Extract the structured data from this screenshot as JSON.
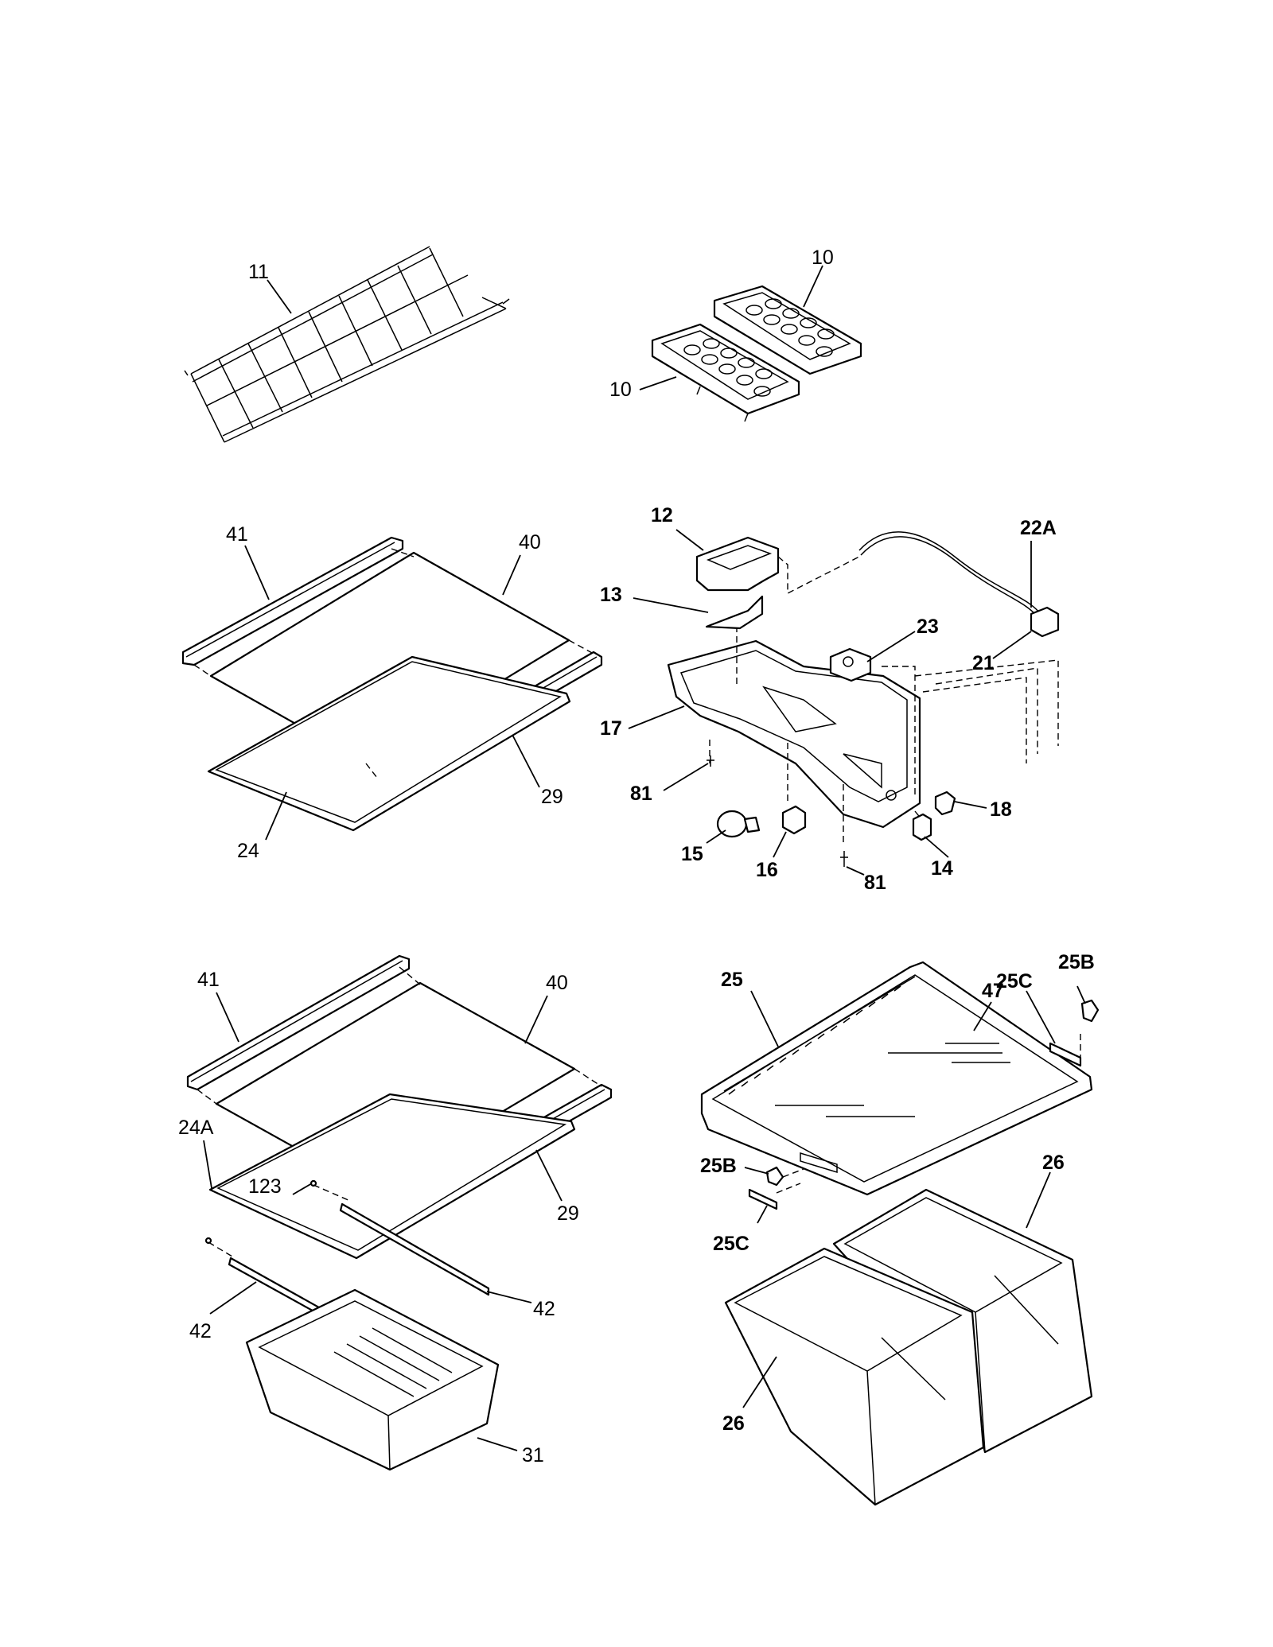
{
  "diagram": {
    "callouts": {
      "shelf_wire_rack": "11",
      "ice_tray_top": "10",
      "ice_tray_bottom": "10",
      "upper_shelf_trim_front": "41",
      "upper_shelf_glass": "40",
      "upper_shelf_trim_rear": "29",
      "upper_shelf_frame": "24",
      "light_shield": "12",
      "damper": "13",
      "control_housing": "17",
      "screw_left": "81",
      "light_bulb": "15",
      "lamp_socket": "16",
      "screw_bottom": "81",
      "light_switch": "14",
      "knob": "18",
      "control_wire": "22A",
      "thermostat": "23",
      "connector": "21",
      "lower_shelf_trim_front": "41",
      "lower_shelf_glass": "40",
      "lower_shelf_trim_rear": "29",
      "lower_shelf_frame": "24A",
      "screw_rail": "123",
      "rail_right": "42",
      "rail_left": "42",
      "pan": "31",
      "crisper_cover_frame": "25",
      "crisper_cover_glass": "47",
      "support_right": "25C",
      "cam_right": "25B",
      "cam_left": "25B",
      "support_left": "25C",
      "crisper_right": "26",
      "crisper_left": "26"
    }
  }
}
